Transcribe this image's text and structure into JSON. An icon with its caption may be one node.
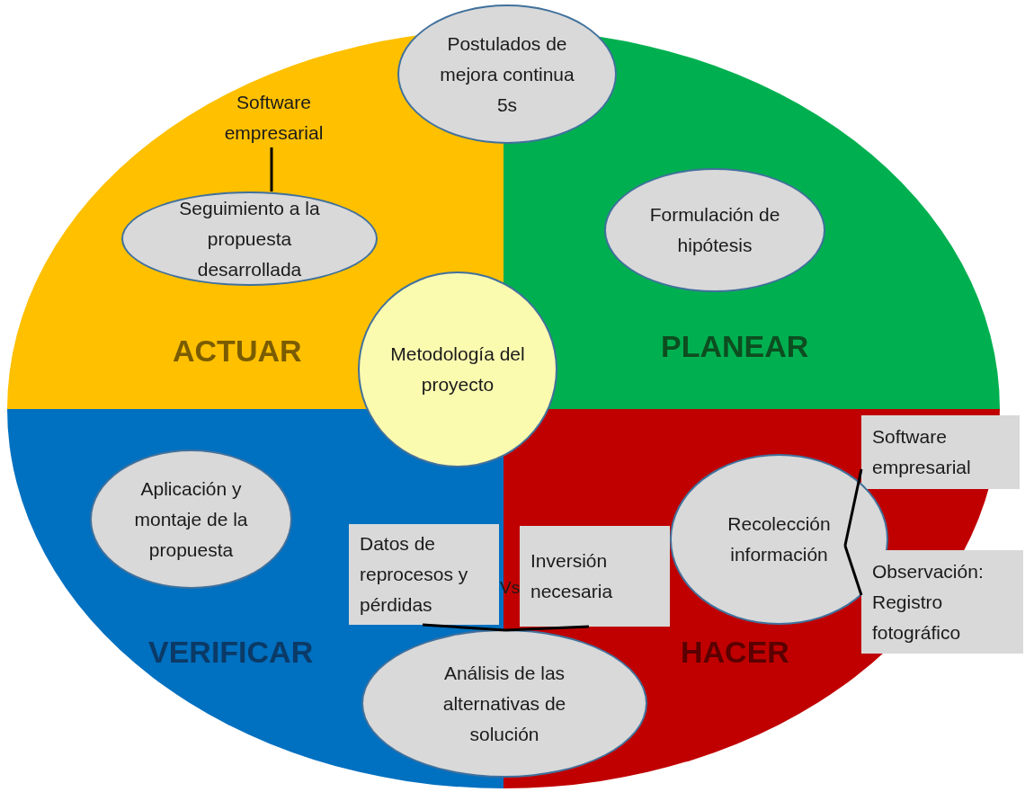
{
  "diagram": {
    "nodes": [
      {
        "text": [
          "Postulados de mejora continua 5s"
        ]
      },
      {
        "text": [
          "Software empresarial"
        ]
      },
      {
        "text": [
          "Seguimiento a la propuesta desarrollada"
        ]
      },
      {
        "text": [
          "Formulación de hipótesis"
        ]
      },
      {
        "text": [
          "Metodología del proyecto"
        ]
      },
      {
        "text": [
          "Software empresarial"
        ]
      },
      {
        "text": [
          "Aplicación y montaje de la propuesta"
        ]
      },
      {
        "text": [
          "Datos de reprocesos y pérdidas"
        ]
      },
      {
        "text": [
          "Inversión necesaria"
        ]
      },
      {
        "text": [
          "Recolección información"
        ]
      },
      {
        "text": [
          "Observación: Registro fotográfico"
        ]
      },
      {
        "text": [
          "Análisis de las alternativas de solución"
        ]
      }
    ],
    "edges": [
      {
        "from": 1,
        "to": 2,
        "arrow": "none"
      },
      {
        "from": 9,
        "to": 5,
        "arrow": "none"
      },
      {
        "from": 9,
        "to": 10,
        "arrow": "none"
      },
      {
        "from": 7,
        "to": 11,
        "arrow": "none"
      },
      {
        "from": 8,
        "to": 11,
        "arrow": "none"
      }
    ],
    "labels": [
      "ACTUAR",
      "PLANEAR",
      "VERIFICAR",
      "HACER",
      "Vs"
    ]
  }
}
